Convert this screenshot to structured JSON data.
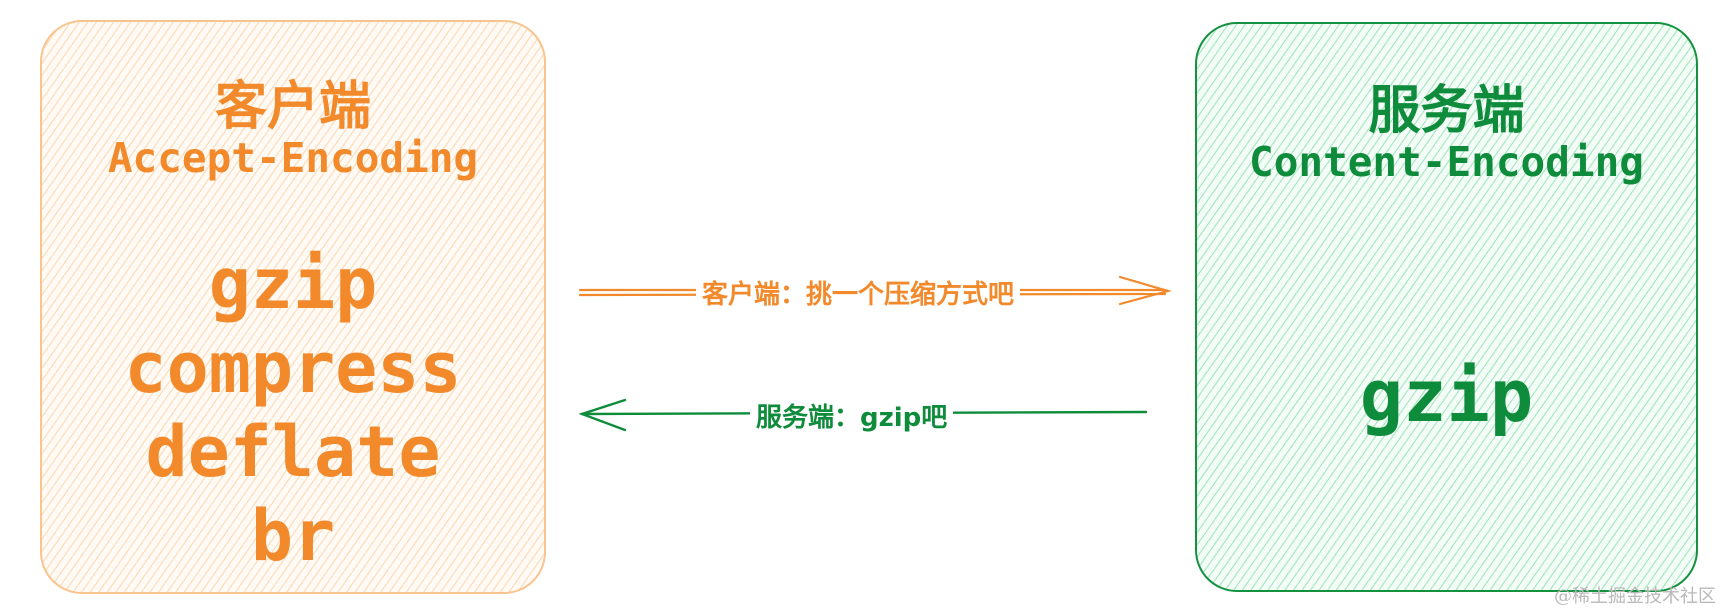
{
  "client": {
    "title": "客户端",
    "header_name": "Accept-Encoding",
    "encodings": [
      "gzip",
      "compress",
      "deflate",
      "br"
    ]
  },
  "server": {
    "title": "服务端",
    "header_name": "Content-Encoding",
    "encoding": "gzip"
  },
  "arrows": {
    "request_label": "客户端：挑一个压缩方式吧",
    "response_label": "服务端：gzip吧"
  },
  "colors": {
    "client": "#f28a2c",
    "server": "#0f8c3b"
  },
  "watermark": "@稀土掘金技术社区"
}
